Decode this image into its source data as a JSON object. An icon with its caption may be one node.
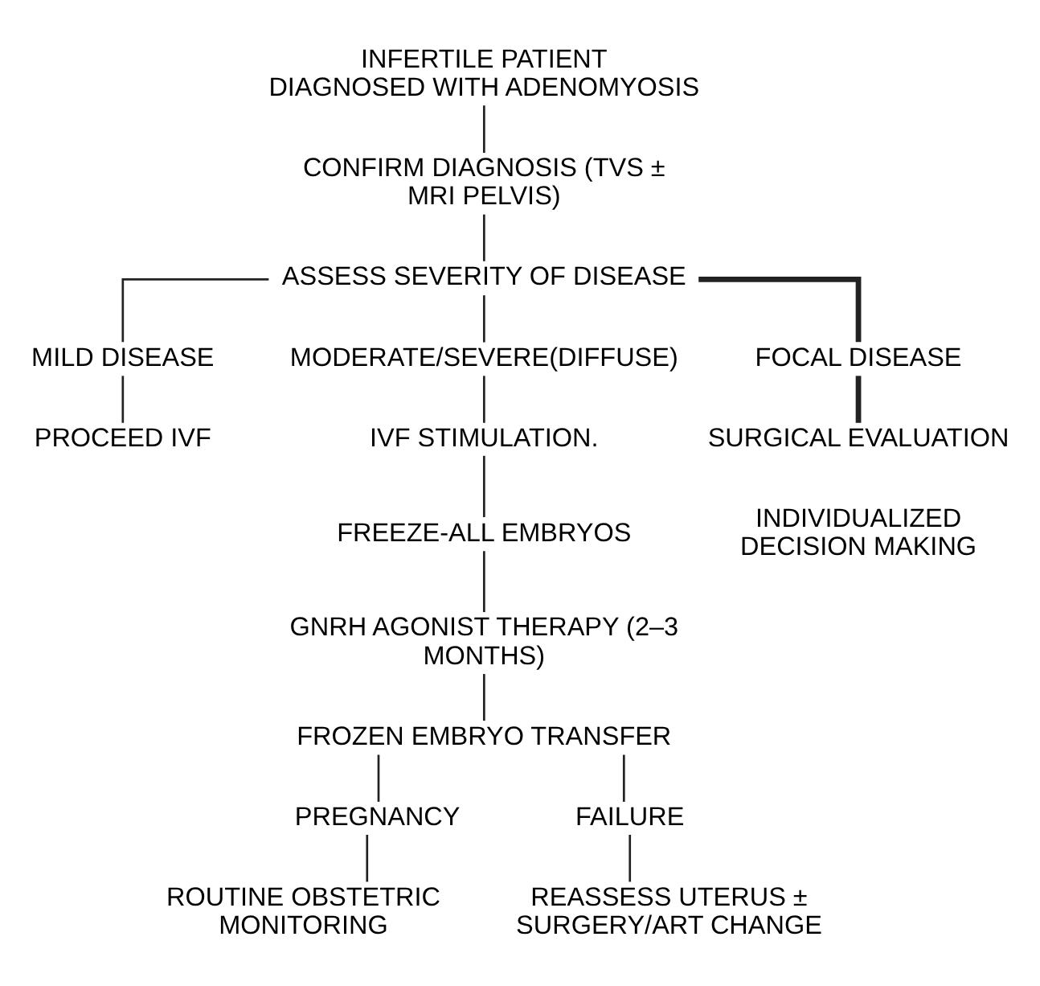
{
  "diagram": {
    "nodes": [
      {
        "text": [
          "INFERTILE PATIENT DIAGNOSED WITH ADENOMYOSIS"
        ]
      },
      {
        "text": [
          "CONFIRM DIAGNOSIS (TVS ± MRI PELVIS)"
        ]
      },
      {
        "text": [
          "ASSESS SEVERITY OF DISEASE"
        ]
      },
      {
        "text": [
          "MILD DISEASE"
        ]
      },
      {
        "text": [
          "MODERATE/SEVERE(DIFFUSE)"
        ]
      },
      {
        "text": [
          "FOCAL DISEASE"
        ]
      },
      {
        "text": [
          "PROCEED IVF"
        ]
      },
      {
        "text": [
          "IVF STIMULATION."
        ]
      },
      {
        "text": [
          "SURGICAL EVALUATION"
        ]
      },
      {
        "text": [
          "FREEZE-ALL EMBRYOS"
        ]
      },
      {
        "text": [
          "GNRH AGONIST THERAPY (2–3 MONTHS)"
        ]
      },
      {
        "text": [
          "FROZEN EMBRYO TRANSFER"
        ]
      },
      {
        "text": [
          "PREGNANCY"
        ]
      },
      {
        "text": [
          "FAILURE"
        ]
      },
      {
        "text": [
          "ROUTINE OBSTETRIC MONITORING"
        ]
      },
      {
        "text": [
          "REASSESS UTERUS ± SURGERY/ART CHANGE"
        ]
      }
    ],
    "edges": [
      {
        "from": 0,
        "to": 1,
        "arrow": "none"
      },
      {
        "from": 1,
        "to": 2,
        "arrow": "none"
      },
      {
        "from": 2,
        "to": 3,
        "arrow": "none"
      },
      {
        "from": 2,
        "to": 4,
        "arrow": "none"
      },
      {
        "from": 2,
        "to": 5,
        "arrow": "none",
        "style": "thick"
      },
      {
        "from": 3,
        "to": 6,
        "arrow": "none"
      },
      {
        "from": 4,
        "to": 7,
        "arrow": "none"
      },
      {
        "from": 5,
        "to": 8,
        "arrow": "none",
        "style": "thick"
      },
      {
        "from": 7,
        "to": 9,
        "arrow": "none"
      },
      {
        "from": 9,
        "to": 10,
        "arrow": "none"
      },
      {
        "from": 10,
        "to": 11,
        "arrow": "none"
      },
      {
        "from": 11,
        "to": 12,
        "arrow": "none"
      },
      {
        "from": 11,
        "to": 13,
        "arrow": "none"
      },
      {
        "from": 12,
        "to": 14,
        "arrow": "none"
      },
      {
        "from": 13,
        "to": 15,
        "arrow": "none"
      }
    ],
    "labels": [
      "INDIVIDUALIZED DECISION MAKING"
    ]
  }
}
